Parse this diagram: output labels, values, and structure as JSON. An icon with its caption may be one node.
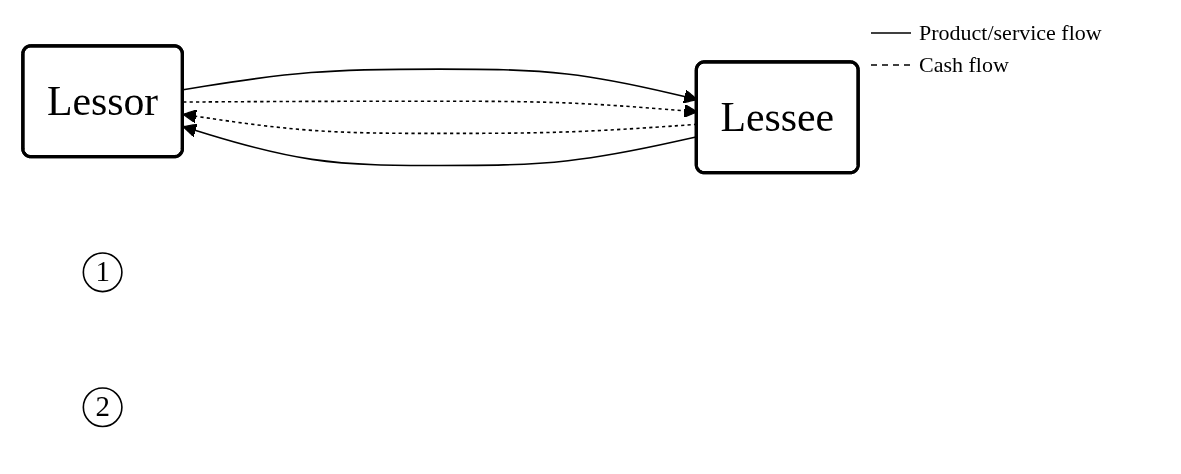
{
  "diagram": {
    "nodes": [
      {
        "text": [
          "Lessor"
        ]
      },
      {
        "text": [
          "Lessee"
        ]
      },
      {
        "text": [
          "1"
        ]
      },
      {
        "text": [
          "2"
        ]
      }
    ],
    "edges": [
      {
        "from": 0,
        "to": 1,
        "arrow": "to"
      },
      {
        "from": 1,
        "to": 0,
        "arrow": "to",
        "style": "dashed"
      },
      {
        "from": 1,
        "to": 0,
        "arrow": "to"
      },
      {
        "from": 0,
        "to": 1,
        "arrow": "to",
        "style": "dashed"
      }
    ],
    "legend": [
      {
        "text": "Product/service flow"
      },
      {
        "text": "Cash flow"
      }
    ]
  }
}
